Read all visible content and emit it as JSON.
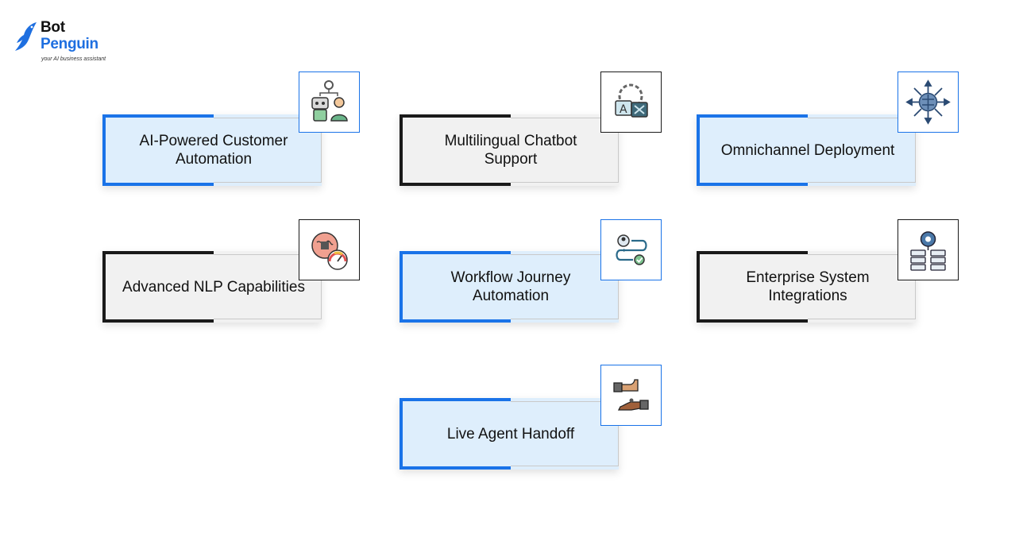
{
  "brand": {
    "word1": "Bot",
    "word2": "Penguin",
    "tagline": "your AI business assistant",
    "accent_color": "#1a73e8",
    "dark_color": "#1a1a1a"
  },
  "features": [
    {
      "label": "AI-Powered Customer Automation",
      "style": "blue",
      "icon": "robot-and-person-icon"
    },
    {
      "label": "Multilingual Chatbot Support",
      "style": "dark",
      "icon": "translation-chat-icon"
    },
    {
      "label": "Omnichannel Deployment",
      "style": "blue",
      "icon": "network-hub-icon"
    },
    {
      "label": "Advanced NLP Capabilities",
      "style": "dark",
      "icon": "brain-gauge-icon"
    },
    {
      "label": "Workflow Journey Automation",
      "style": "blue",
      "icon": "workflow-flow-icon"
    },
    {
      "label": "Enterprise System Integrations",
      "style": "dark",
      "icon": "server-gear-icon"
    },
    {
      "label": "Live Agent Handoff",
      "style": "blue",
      "icon": "handoff-hands-icon"
    }
  ]
}
